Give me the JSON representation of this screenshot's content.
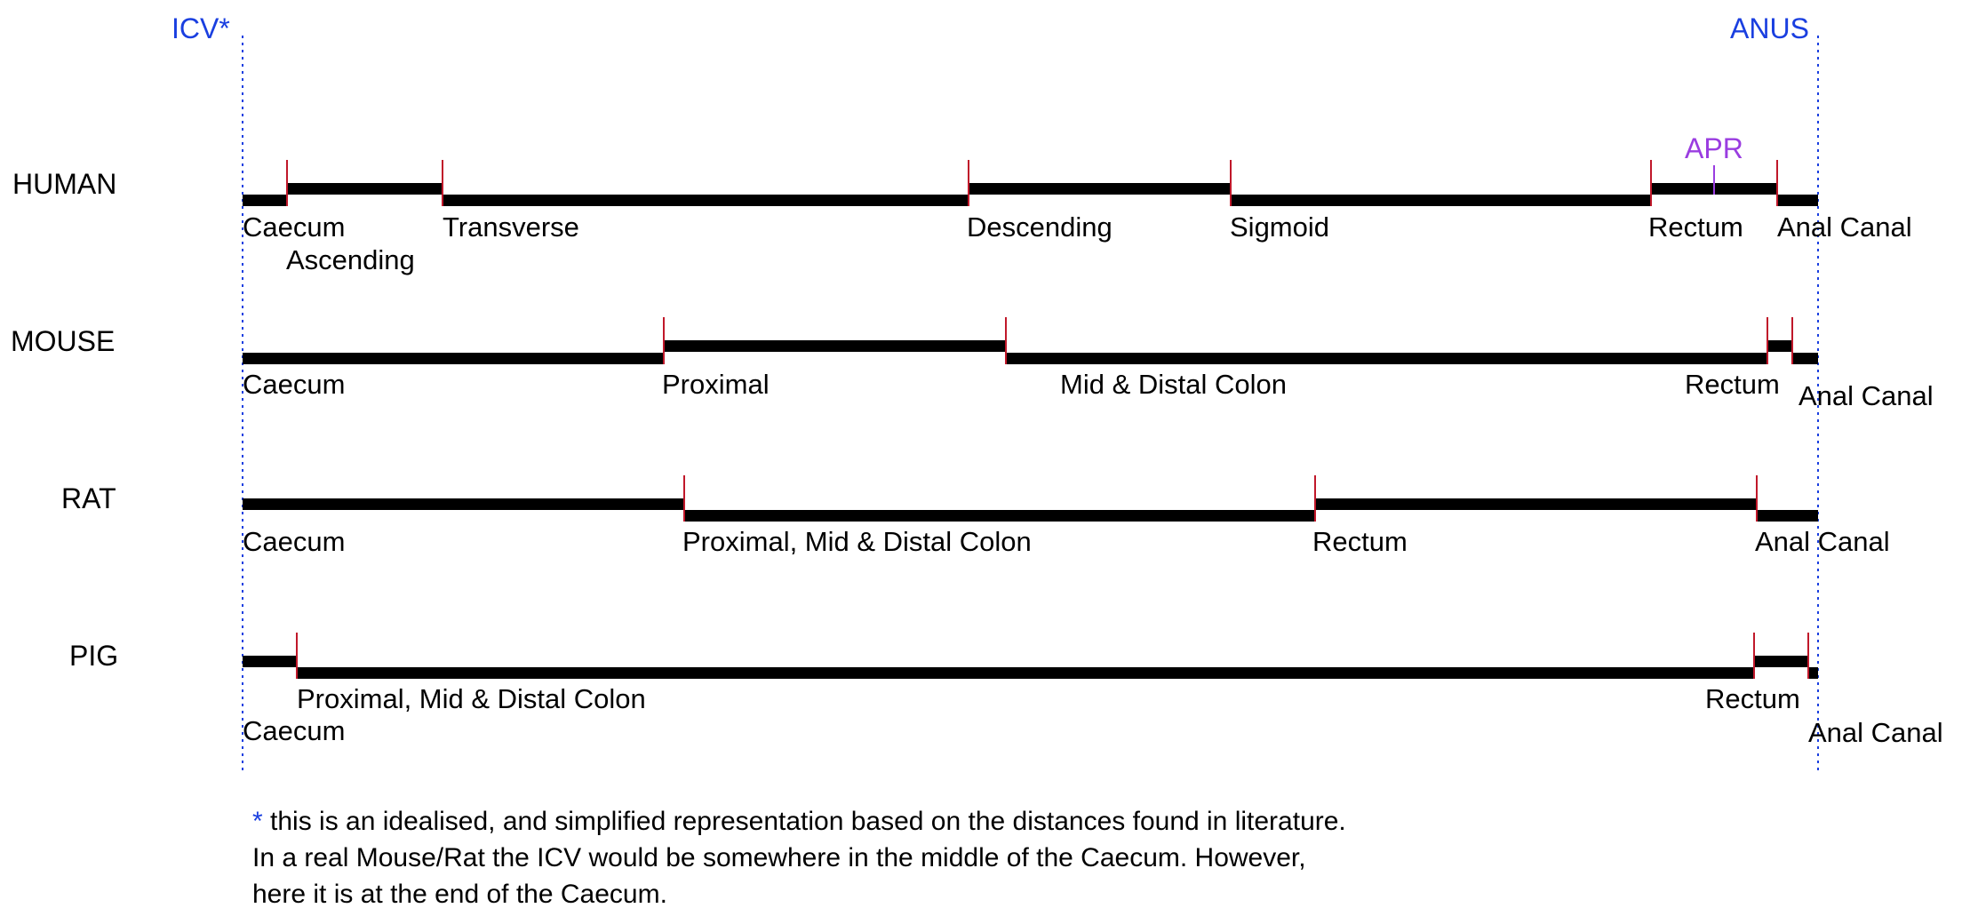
{
  "markers": {
    "start": "ICV*",
    "end": "ANUS"
  },
  "apr_label": "APR",
  "species": [
    {
      "name": "HUMAN",
      "segments": [
        {
          "label": "Caecum"
        },
        {
          "label": "Ascending"
        },
        {
          "label": "Transverse"
        },
        {
          "label": "Descending"
        },
        {
          "label": "Sigmoid"
        },
        {
          "label": "Rectum"
        },
        {
          "label": "Anal Canal"
        }
      ]
    },
    {
      "name": "MOUSE",
      "segments": [
        {
          "label": "Caecum"
        },
        {
          "label": "Proximal"
        },
        {
          "label": "Mid & Distal Colon"
        },
        {
          "label": "Rectum"
        },
        {
          "label": "Anal Canal"
        }
      ]
    },
    {
      "name": "RAT",
      "segments": [
        {
          "label": "Caecum"
        },
        {
          "label": "Proximal, Mid & Distal Colon"
        },
        {
          "label": "Rectum"
        },
        {
          "label": "Anal Canal"
        }
      ]
    },
    {
      "name": "PIG",
      "segments": [
        {
          "label": "Caecum"
        },
        {
          "label": "Proximal, Mid & Distal Colon"
        },
        {
          "label": "Rectum"
        },
        {
          "label": "Anal Canal"
        }
      ]
    }
  ],
  "footnote": {
    "asterisk": "*",
    "line1": " this is an idealised, and simplified representation based on the distances found in literature.",
    "line2": "In a real Mouse/Rat the ICV would be somewhere in the middle of the Caecum. However,",
    "line3": "here it is at the end of the Caecum."
  }
}
